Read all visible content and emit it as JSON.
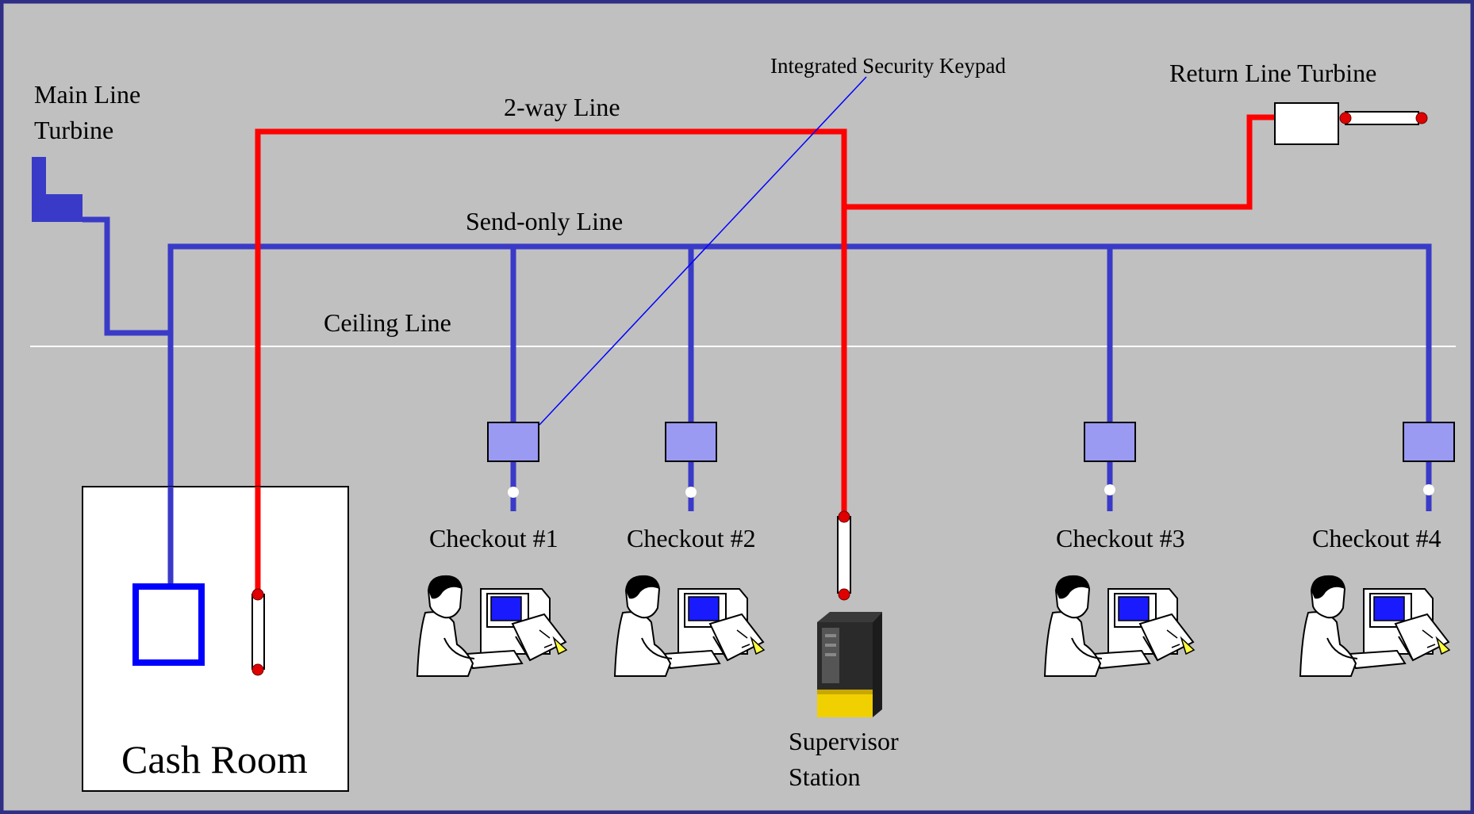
{
  "labels": {
    "main_line_turbine_1": "Main Line",
    "main_line_turbine_2": "Turbine",
    "two_way_line": "2-way Line",
    "integrated_security_keypad": "Integrated Security Keypad",
    "return_line_turbine": "Return Line Turbine",
    "send_only_line": "Send-only Line",
    "ceiling_line": "Ceiling Line",
    "cash_room": "Cash Room",
    "supervisor_station_1": "Supervisor",
    "supervisor_station_2": "Station"
  },
  "checkouts": [
    {
      "label": "Checkout #1"
    },
    {
      "label": "Checkout #2"
    },
    {
      "label": "Checkout #3"
    },
    {
      "label": "Checkout #4"
    }
  ],
  "colors": {
    "background": "#c0c0c0",
    "frame": "#2f2f86",
    "send_line": "#3a3ac8",
    "two_way_line": "#ff0000",
    "ceiling_line": "#ffffff",
    "keypad_fill": "#9a9af2"
  }
}
